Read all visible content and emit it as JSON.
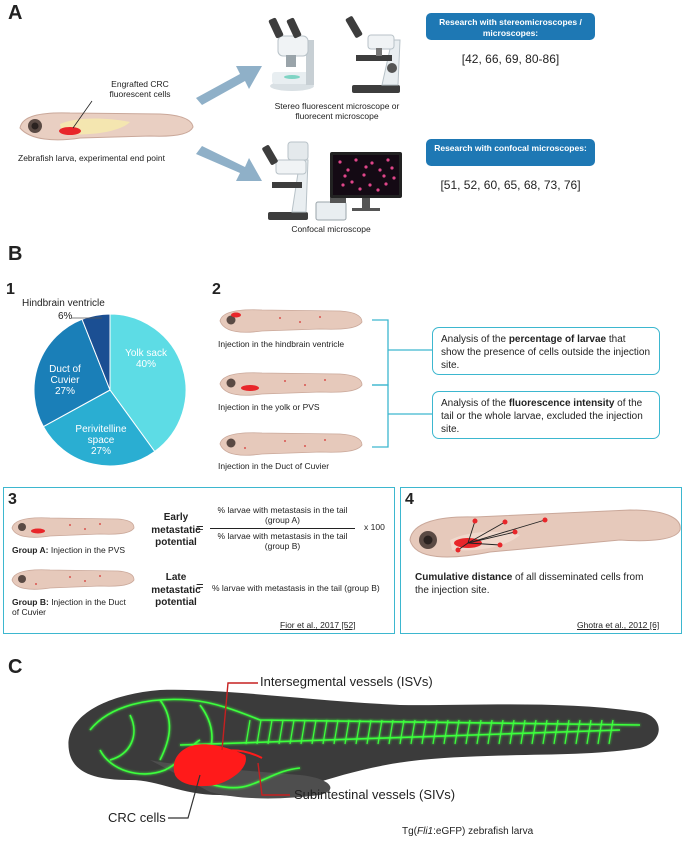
{
  "panels": {
    "a": "A",
    "b": "B",
    "c": "C"
  },
  "panel_a": {
    "engrafted_label": "Engrafted CRC fluorescent cells",
    "larva_label": "Zebrafish larva, experimental end point",
    "stereo_caption": "Stereo fluorescent microscope or fluorecent microscope",
    "confocal_caption": "Confocal microscope",
    "pill_stereo": "Research with stereomicroscopes / microscopes:",
    "refs_stereo": "[42, 66, 69, 80-86]",
    "pill_confocal": "Research with confocal microscopes:",
    "refs_confocal": "[51, 52, 60, 65, 68, 73, 76]"
  },
  "panel_b1": {
    "num": "1",
    "chart_data": {
      "type": "pie",
      "slices": [
        {
          "label": "Yolk sack",
          "value": 40,
          "value_label": "40%",
          "color": "#5ddce5"
        },
        {
          "label": "Perivitelline space",
          "value": 27,
          "value_label": "27%",
          "color": "#2aaed2"
        },
        {
          "label": "Duct of Cuvier",
          "value": 27,
          "value_label": "27%",
          "color": "#1a7fb8"
        },
        {
          "label": "Hindbrain ventricle",
          "value": 6,
          "value_label": "6%",
          "color": "#1b4f93"
        }
      ]
    }
  },
  "panel_b2": {
    "num": "2",
    "inj1": "Injection in the hindbrain ventricle",
    "inj2": "Injection in the yolk or PVS",
    "inj3": "Injection in the Duct of Cuvier",
    "box1": {
      "pre": "Analysis of the ",
      "bold": "percentage of larvae",
      "post": " that show the presence of cells outside the injection site."
    },
    "box2": {
      "pre": "Analysis of the ",
      "bold": "fluorescence intensity",
      "post": " of the tail or the whole larvae, excluded the injection site."
    }
  },
  "panel_b3": {
    "num": "3",
    "group_a": {
      "bold": "Group A:",
      "text": " Injection in the PVS"
    },
    "group_b": {
      "bold": "Group B:",
      "text": " Injection in the Duct of Cuvier"
    },
    "early_label": "Early metastatic potential",
    "late_label": "Late metastatic potential",
    "equals": "=",
    "early_num": "% larvae with metastasis in the tail (group A)",
    "early_den": "% larvae with metastasis in the tail (group B)",
    "times": "x 100",
    "late_formula": "% larvae with metastasis in the tail (group B)",
    "citation": "Fior et al., 2017 [52]"
  },
  "panel_b4": {
    "num": "4",
    "bold": "Cumulative distance",
    "text": " of all disseminated cells from the injection site.",
    "citation": "Ghotra et al., 2012 [6]"
  },
  "panel_c": {
    "isv": "Intersegmental vessels (ISVs)",
    "siv": "Subintestinal vessels (SIVs)",
    "crc": "CRC cells",
    "tg_pre": "Tg(",
    "tg_italic": "Fli1",
    "tg_post": ":eGFP) zebrafish larva"
  }
}
